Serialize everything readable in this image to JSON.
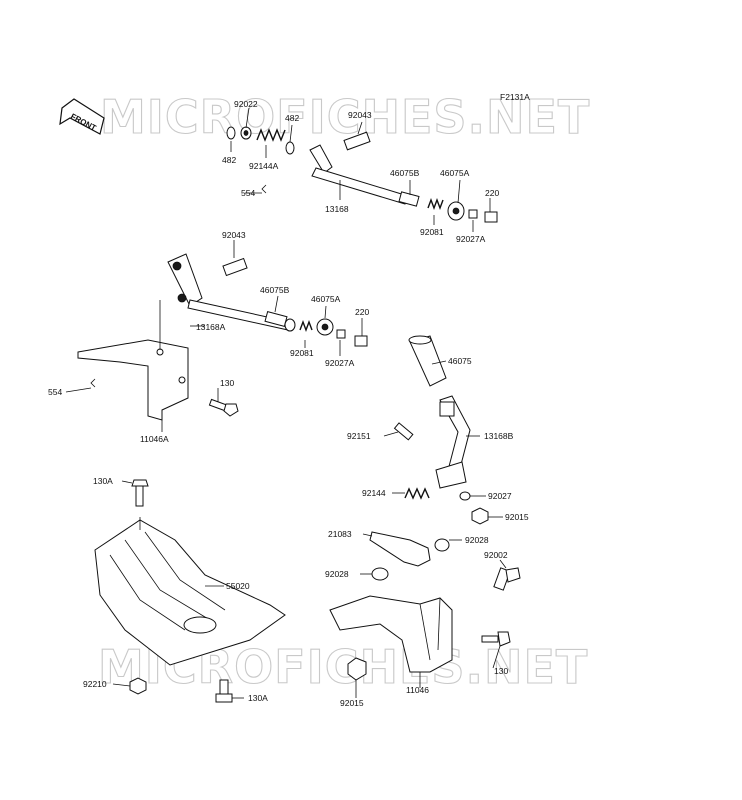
{
  "diagram": {
    "figure_code": "F2131A",
    "watermark_text": "MICROFICHES.NET",
    "front_label": "FRONT"
  },
  "labels": {
    "l92022": "92022",
    "l482a": "482",
    "l482b": "482",
    "l92144A": "92144A",
    "l92043a": "92043",
    "l554a": "554",
    "l13168": "13168",
    "l46075Ba": "46075B",
    "l46075Aa": "46075A",
    "l220a": "220",
    "l92081a": "92081",
    "l92027Aa": "92027A",
    "l92043b": "92043",
    "l46075Bb": "46075B",
    "l46075Ab": "46075A",
    "l13168A": "13168A",
    "l220b": "220",
    "l92081b": "92081",
    "l92027Ab": "92027A",
    "l554b": "554",
    "l130a": "130",
    "l11046A": "11046A",
    "l46075": "46075",
    "l92151": "92151",
    "l13168B": "13168B",
    "l92144": "92144",
    "l92027": "92027",
    "l92015a": "92015",
    "l130Aa": "130A",
    "l55020": "55020",
    "l21083": "21083",
    "l92028a": "92028",
    "l92028b": "92028",
    "l92002": "92002",
    "l92210": "92210",
    "l130Ab": "130A",
    "l130b": "130",
    "l11046": "11046",
    "l92015b": "92015"
  }
}
